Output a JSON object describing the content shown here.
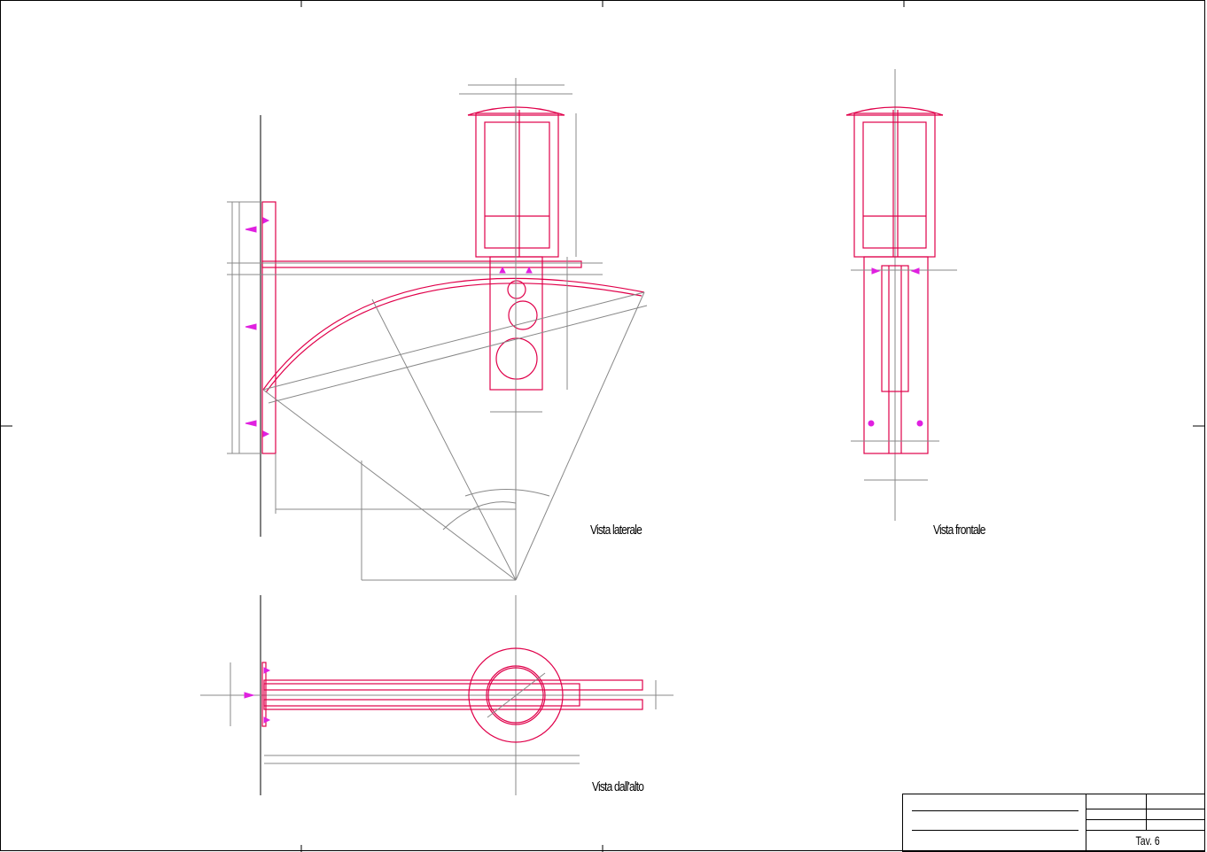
{
  "views": {
    "side": "Vista laterale",
    "front": "Vista frontale",
    "top": "Vista dall'alto"
  },
  "title_block": {
    "sheet": "Tav. 6"
  },
  "colors": {
    "part": "#e0004a",
    "dimension": "#888888",
    "fastener": "#e020e0"
  }
}
